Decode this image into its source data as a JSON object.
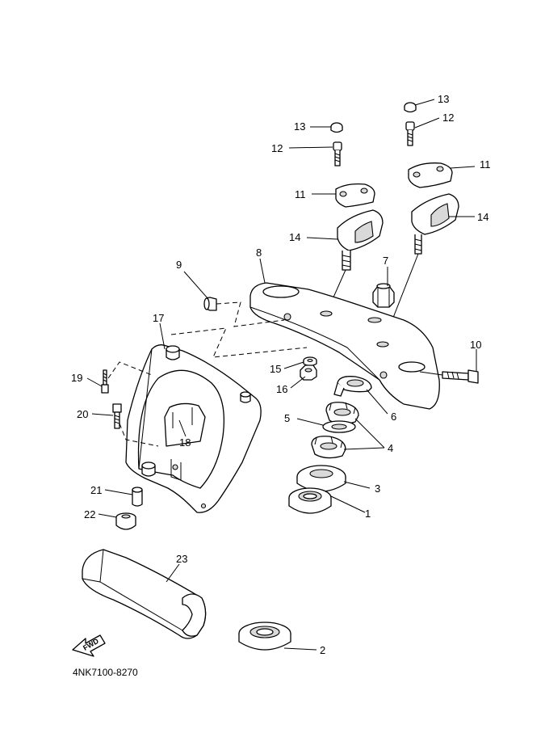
{
  "callouts": [
    {
      "id": "1",
      "label": "1"
    },
    {
      "id": "2",
      "label": "2"
    },
    {
      "id": "3",
      "label": "3"
    },
    {
      "id": "4",
      "label": "4"
    },
    {
      "id": "5",
      "label": "5"
    },
    {
      "id": "6",
      "label": "6"
    },
    {
      "id": "7",
      "label": "7"
    },
    {
      "id": "8",
      "label": "8"
    },
    {
      "id": "9",
      "label": "9"
    },
    {
      "id": "10",
      "label": "10"
    },
    {
      "id": "11a",
      "label": "11"
    },
    {
      "id": "11b",
      "label": "11"
    },
    {
      "id": "12a",
      "label": "12"
    },
    {
      "id": "12b",
      "label": "12"
    },
    {
      "id": "13a",
      "label": "13"
    },
    {
      "id": "13b",
      "label": "13"
    },
    {
      "id": "14a",
      "label": "14"
    },
    {
      "id": "14b",
      "label": "14"
    },
    {
      "id": "15",
      "label": "15"
    },
    {
      "id": "16",
      "label": "16"
    },
    {
      "id": "17",
      "label": "17"
    },
    {
      "id": "18",
      "label": "18"
    },
    {
      "id": "19",
      "label": "19"
    },
    {
      "id": "20",
      "label": "20"
    },
    {
      "id": "21",
      "label": "21"
    },
    {
      "id": "22",
      "label": "22"
    },
    {
      "id": "23",
      "label": "23"
    }
  ],
  "fwd_label": "FWD",
  "diagram_code": "4NK7100-8270"
}
